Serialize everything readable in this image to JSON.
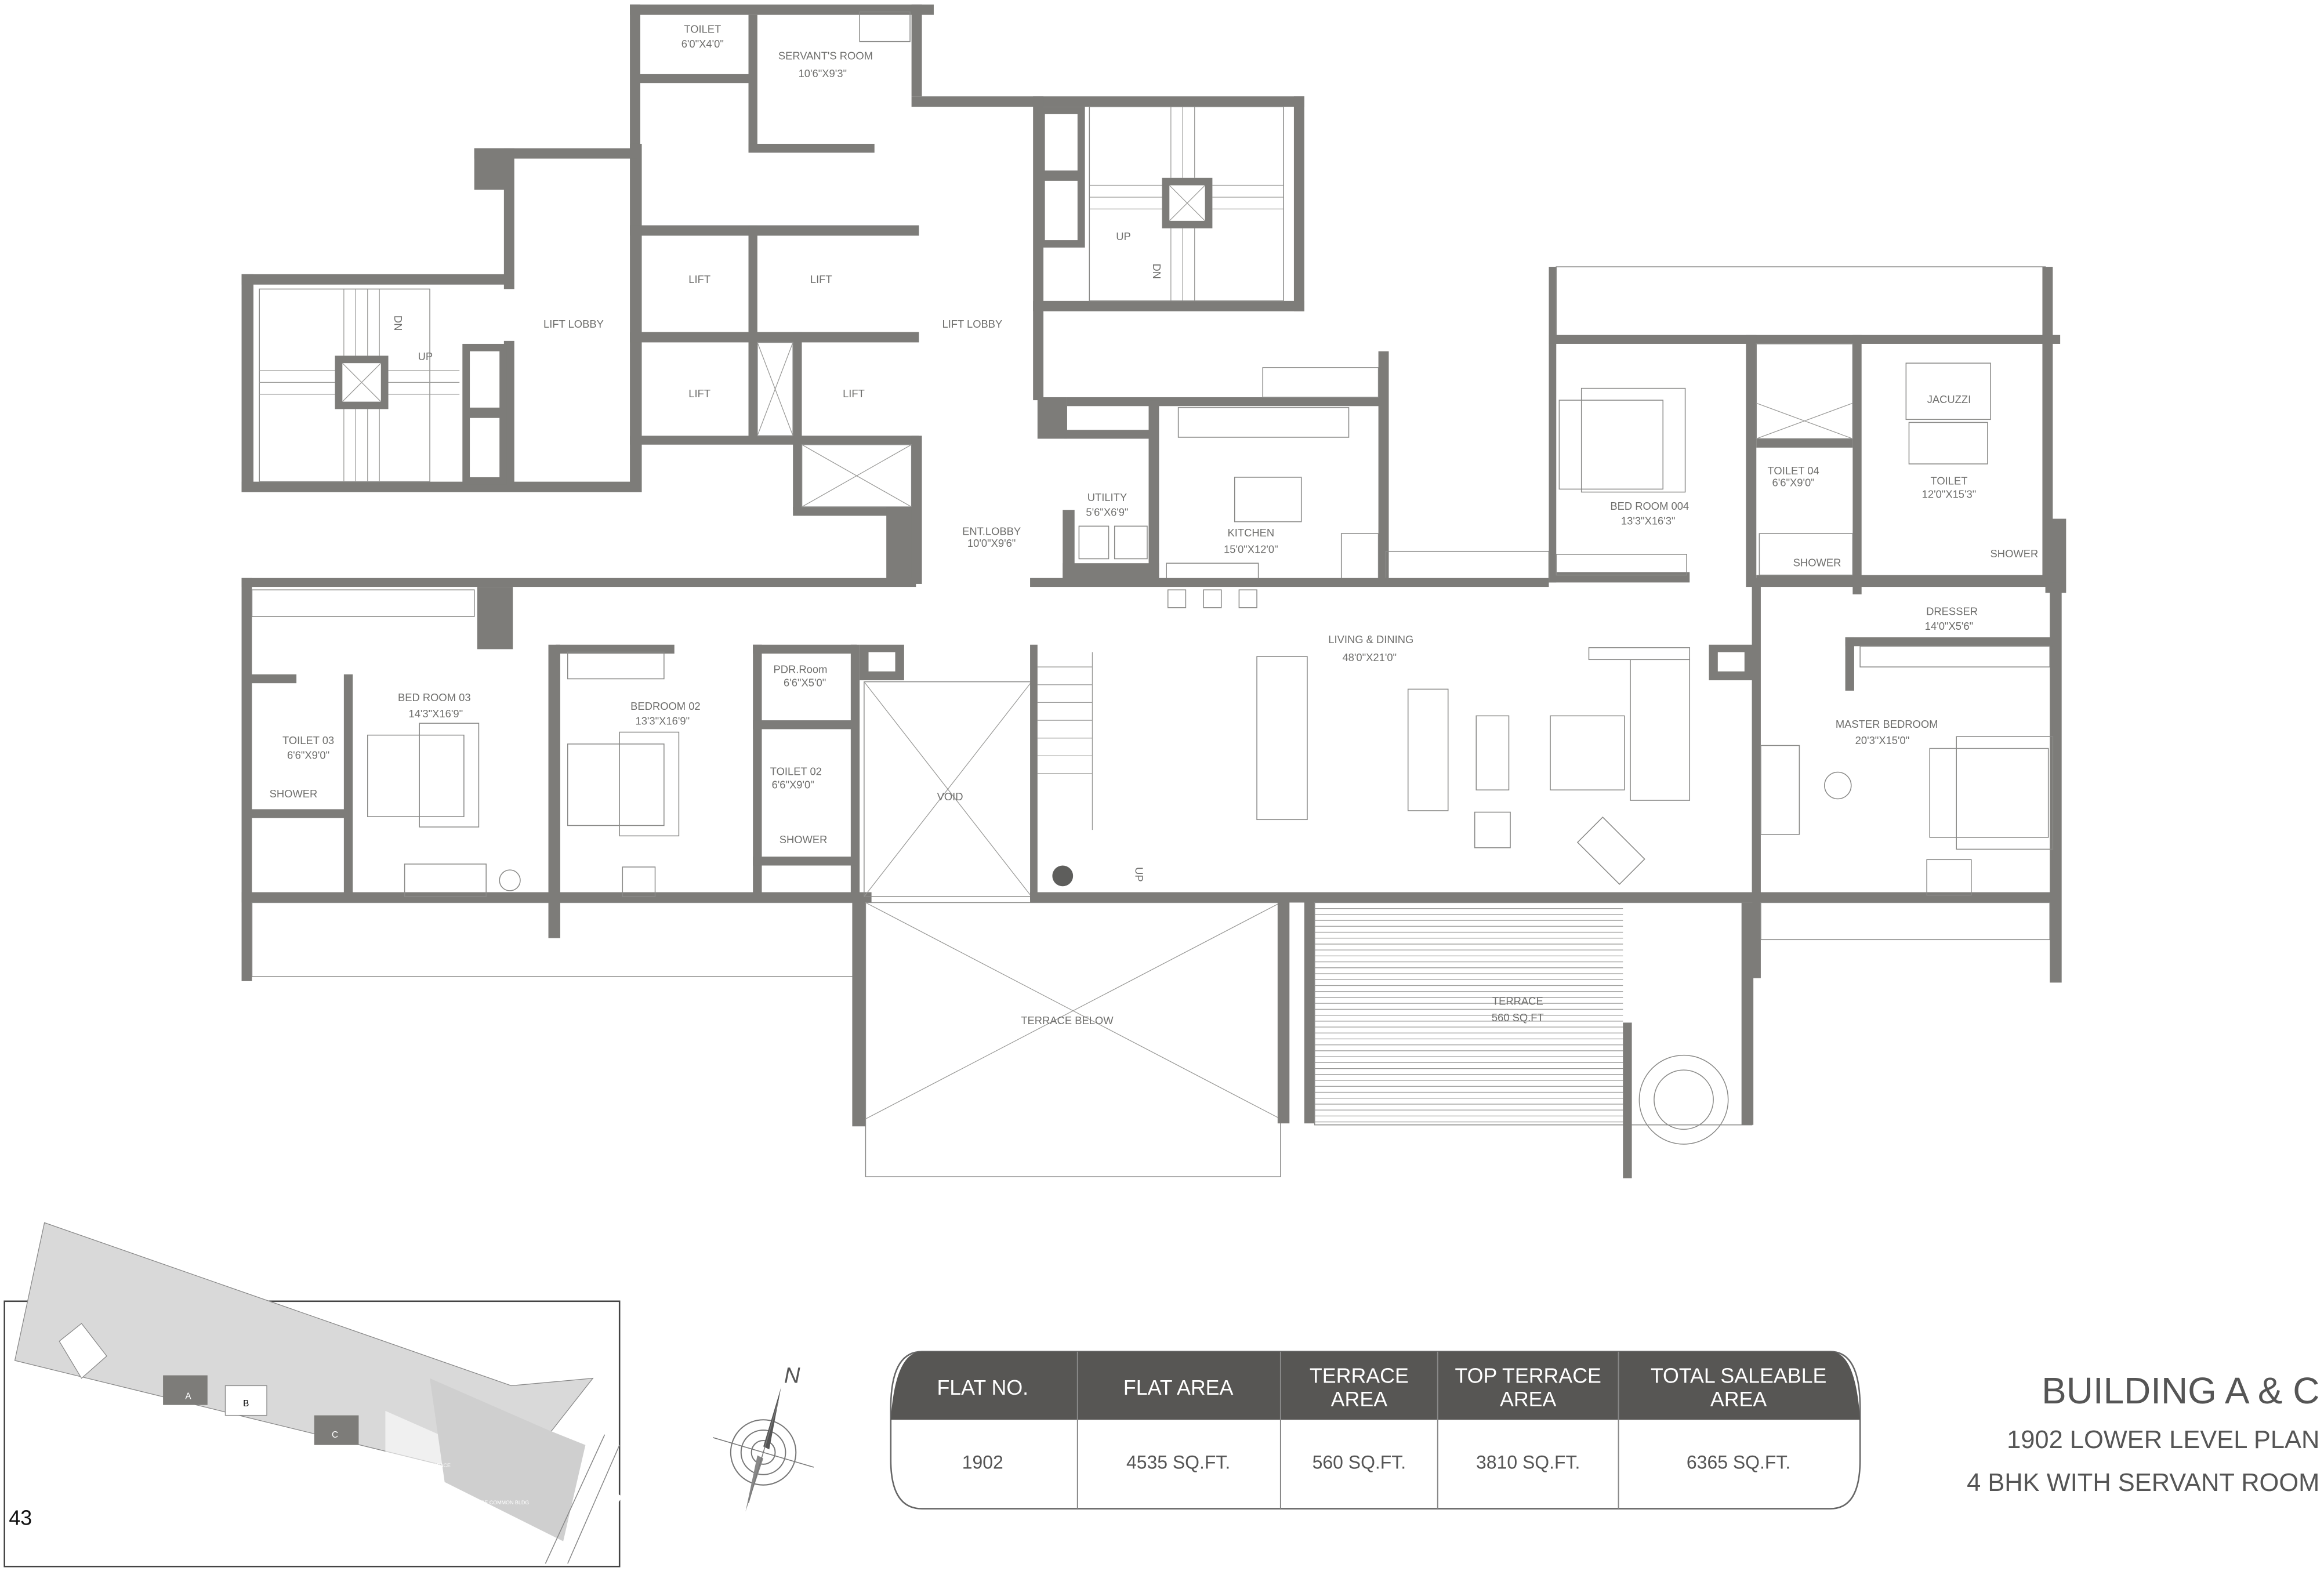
{
  "rooms": [
    {
      "name": "TOILET",
      "dim": "6'0\"X4'0\""
    },
    {
      "name": "SERVANT'S ROOM",
      "dim": "10'6\"X9'3\""
    },
    {
      "name": "LIFT LOBBY",
      "dim": ""
    },
    {
      "name": "LIFT LOBBY",
      "dim": ""
    },
    {
      "name": "LIFT",
      "dim": ""
    },
    {
      "name": "LIFT",
      "dim": ""
    },
    {
      "name": "LIFT",
      "dim": ""
    },
    {
      "name": "LIFT",
      "dim": ""
    },
    {
      "name": "ENT.LOBBY",
      "dim": "10'0\"X9'6\""
    },
    {
      "name": "UTILITY",
      "dim": "5'6\"X6'9\""
    },
    {
      "name": "KITCHEN",
      "dim": "15'0\"X12'0\""
    },
    {
      "name": "BED ROOM 004",
      "dim": "13'3\"X16'3\""
    },
    {
      "name": "TOILET 04",
      "dim": "6'6\"X9'0\""
    },
    {
      "name": "JACUZZI",
      "dim": ""
    },
    {
      "name": "TOILET",
      "dim": "12'0\"X15'3\""
    },
    {
      "name": "SHOWER",
      "dim": ""
    },
    {
      "name": "SHOWER",
      "dim": ""
    },
    {
      "name": "DRESSER",
      "dim": "14'0\"X5'6\""
    },
    {
      "name": "LIVING & DINING",
      "dim": "48'0\"X21'0\""
    },
    {
      "name": "MASTER BEDROOM",
      "dim": "20'3\"X15'0\""
    },
    {
      "name": "BED ROOM 03",
      "dim": "14'3\"X16'9\""
    },
    {
      "name": "BEDROOM 02",
      "dim": "13'3\"X16'9\""
    },
    {
      "name": "PDR.Room",
      "dim": "6'6\"X5'0\""
    },
    {
      "name": "TOILET 02",
      "dim": "6'6\"X9'0\""
    },
    {
      "name": "TOILET 03",
      "dim": "6'6\"X9'0\""
    },
    {
      "name": "SHOWER",
      "dim": ""
    },
    {
      "name": "SHOWER",
      "dim": ""
    },
    {
      "name": "VOID",
      "dim": ""
    },
    {
      "name": "TERRACE BELOW",
      "dim": ""
    },
    {
      "name": "TERRACE",
      "dim": "560  SQ.FT"
    }
  ],
  "stairs": {
    "up": "UP",
    "dn": "DN"
  },
  "key_plan": {
    "page_number": "43",
    "buildings": [
      "A",
      "B",
      "C"
    ],
    "amenity": "AMENITY SPACE",
    "future": "FUTURE COMMON BLDG"
  },
  "compass": {
    "label": "N",
    "icon": "north-arrow-compass-icon"
  },
  "area_table": {
    "headers": [
      "FLAT NO.",
      "FLAT AREA",
      "TERRACE|AREA",
      "TOP TERRACE|AREA",
      "TOTAL SALEABLE|AREA"
    ],
    "header_lines": [
      [
        "FLAT NO."
      ],
      [
        "FLAT AREA"
      ],
      [
        "TERRACE",
        "AREA"
      ],
      [
        "TOP TERRACE",
        "AREA"
      ],
      [
        "TOTAL SALEABLE",
        "AREA"
      ]
    ],
    "row": [
      "1902",
      "4535 SQ.FT.",
      "560 SQ.FT.",
      "3810 SQ.FT.",
      "6365 SQ.FT."
    ],
    "header_color": "#575654"
  },
  "title": {
    "building": "BUILDING  A & C",
    "plan": "1902  LOWER LEVEL PLAN",
    "type": "4 BHK WITH SERVANT ROOM"
  },
  "colors": {
    "wall": "#7d7c79",
    "line": "#8a8a88"
  }
}
